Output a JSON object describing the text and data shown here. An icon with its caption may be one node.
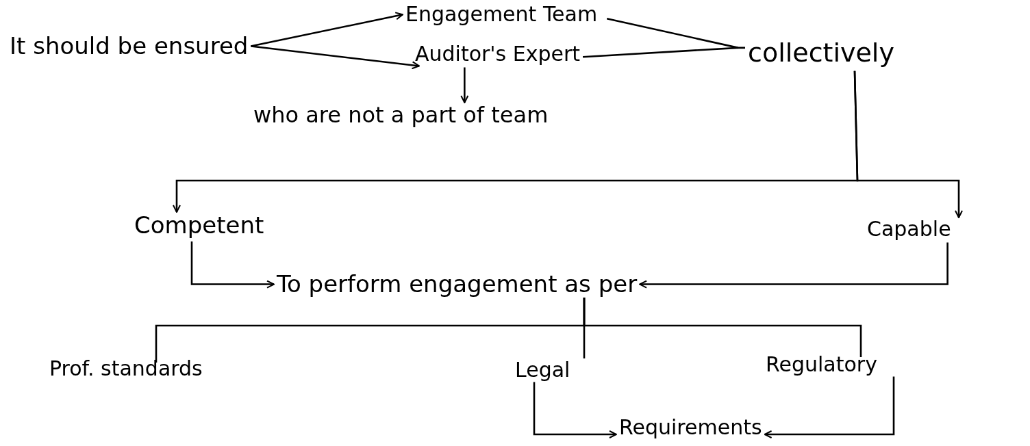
{
  "diagram": {
    "nodes": [
      {
        "text": [
          "It should be ensured"
        ]
      },
      {
        "text": [
          "Engagement Team"
        ]
      },
      {
        "text": [
          "Auditor's Expert"
        ]
      },
      {
        "text": [
          "who are not a part of team"
        ]
      },
      {
        "text": [
          "collectively"
        ]
      },
      {
        "text": [
          "Competent"
        ]
      },
      {
        "text": [
          "Capable"
        ]
      },
      {
        "text": [
          "To perform engagement as per"
        ]
      },
      {
        "text": [
          "Prof. standards"
        ]
      },
      {
        "text": [
          "Legal"
        ]
      },
      {
        "text": [
          "Regulatory"
        ]
      },
      {
        "text": [
          "Requirements"
        ]
      }
    ],
    "edges": [
      {
        "from": 0,
        "to": 1,
        "arrow": "to"
      },
      {
        "from": 0,
        "to": 2,
        "arrow": "to"
      },
      {
        "from": 2,
        "to": 3,
        "arrow": "to"
      },
      {
        "from": 1,
        "to": 4,
        "arrow": "none"
      },
      {
        "from": 2,
        "to": 4,
        "arrow": "none"
      },
      {
        "from": 4,
        "to": 5,
        "arrow": "to"
      },
      {
        "from": 4,
        "to": 6,
        "arrow": "to"
      },
      {
        "from": 5,
        "to": 7,
        "arrow": "to"
      },
      {
        "from": 6,
        "to": 7,
        "arrow": "to"
      },
      {
        "from": 7,
        "to": 8,
        "arrow": "none"
      },
      {
        "from": 7,
        "to": 9,
        "arrow": "none"
      },
      {
        "from": 7,
        "to": 10,
        "arrow": "none"
      },
      {
        "from": 9,
        "to": 11,
        "arrow": "to"
      },
      {
        "from": 10,
        "to": 11,
        "arrow": "to"
      }
    ]
  }
}
